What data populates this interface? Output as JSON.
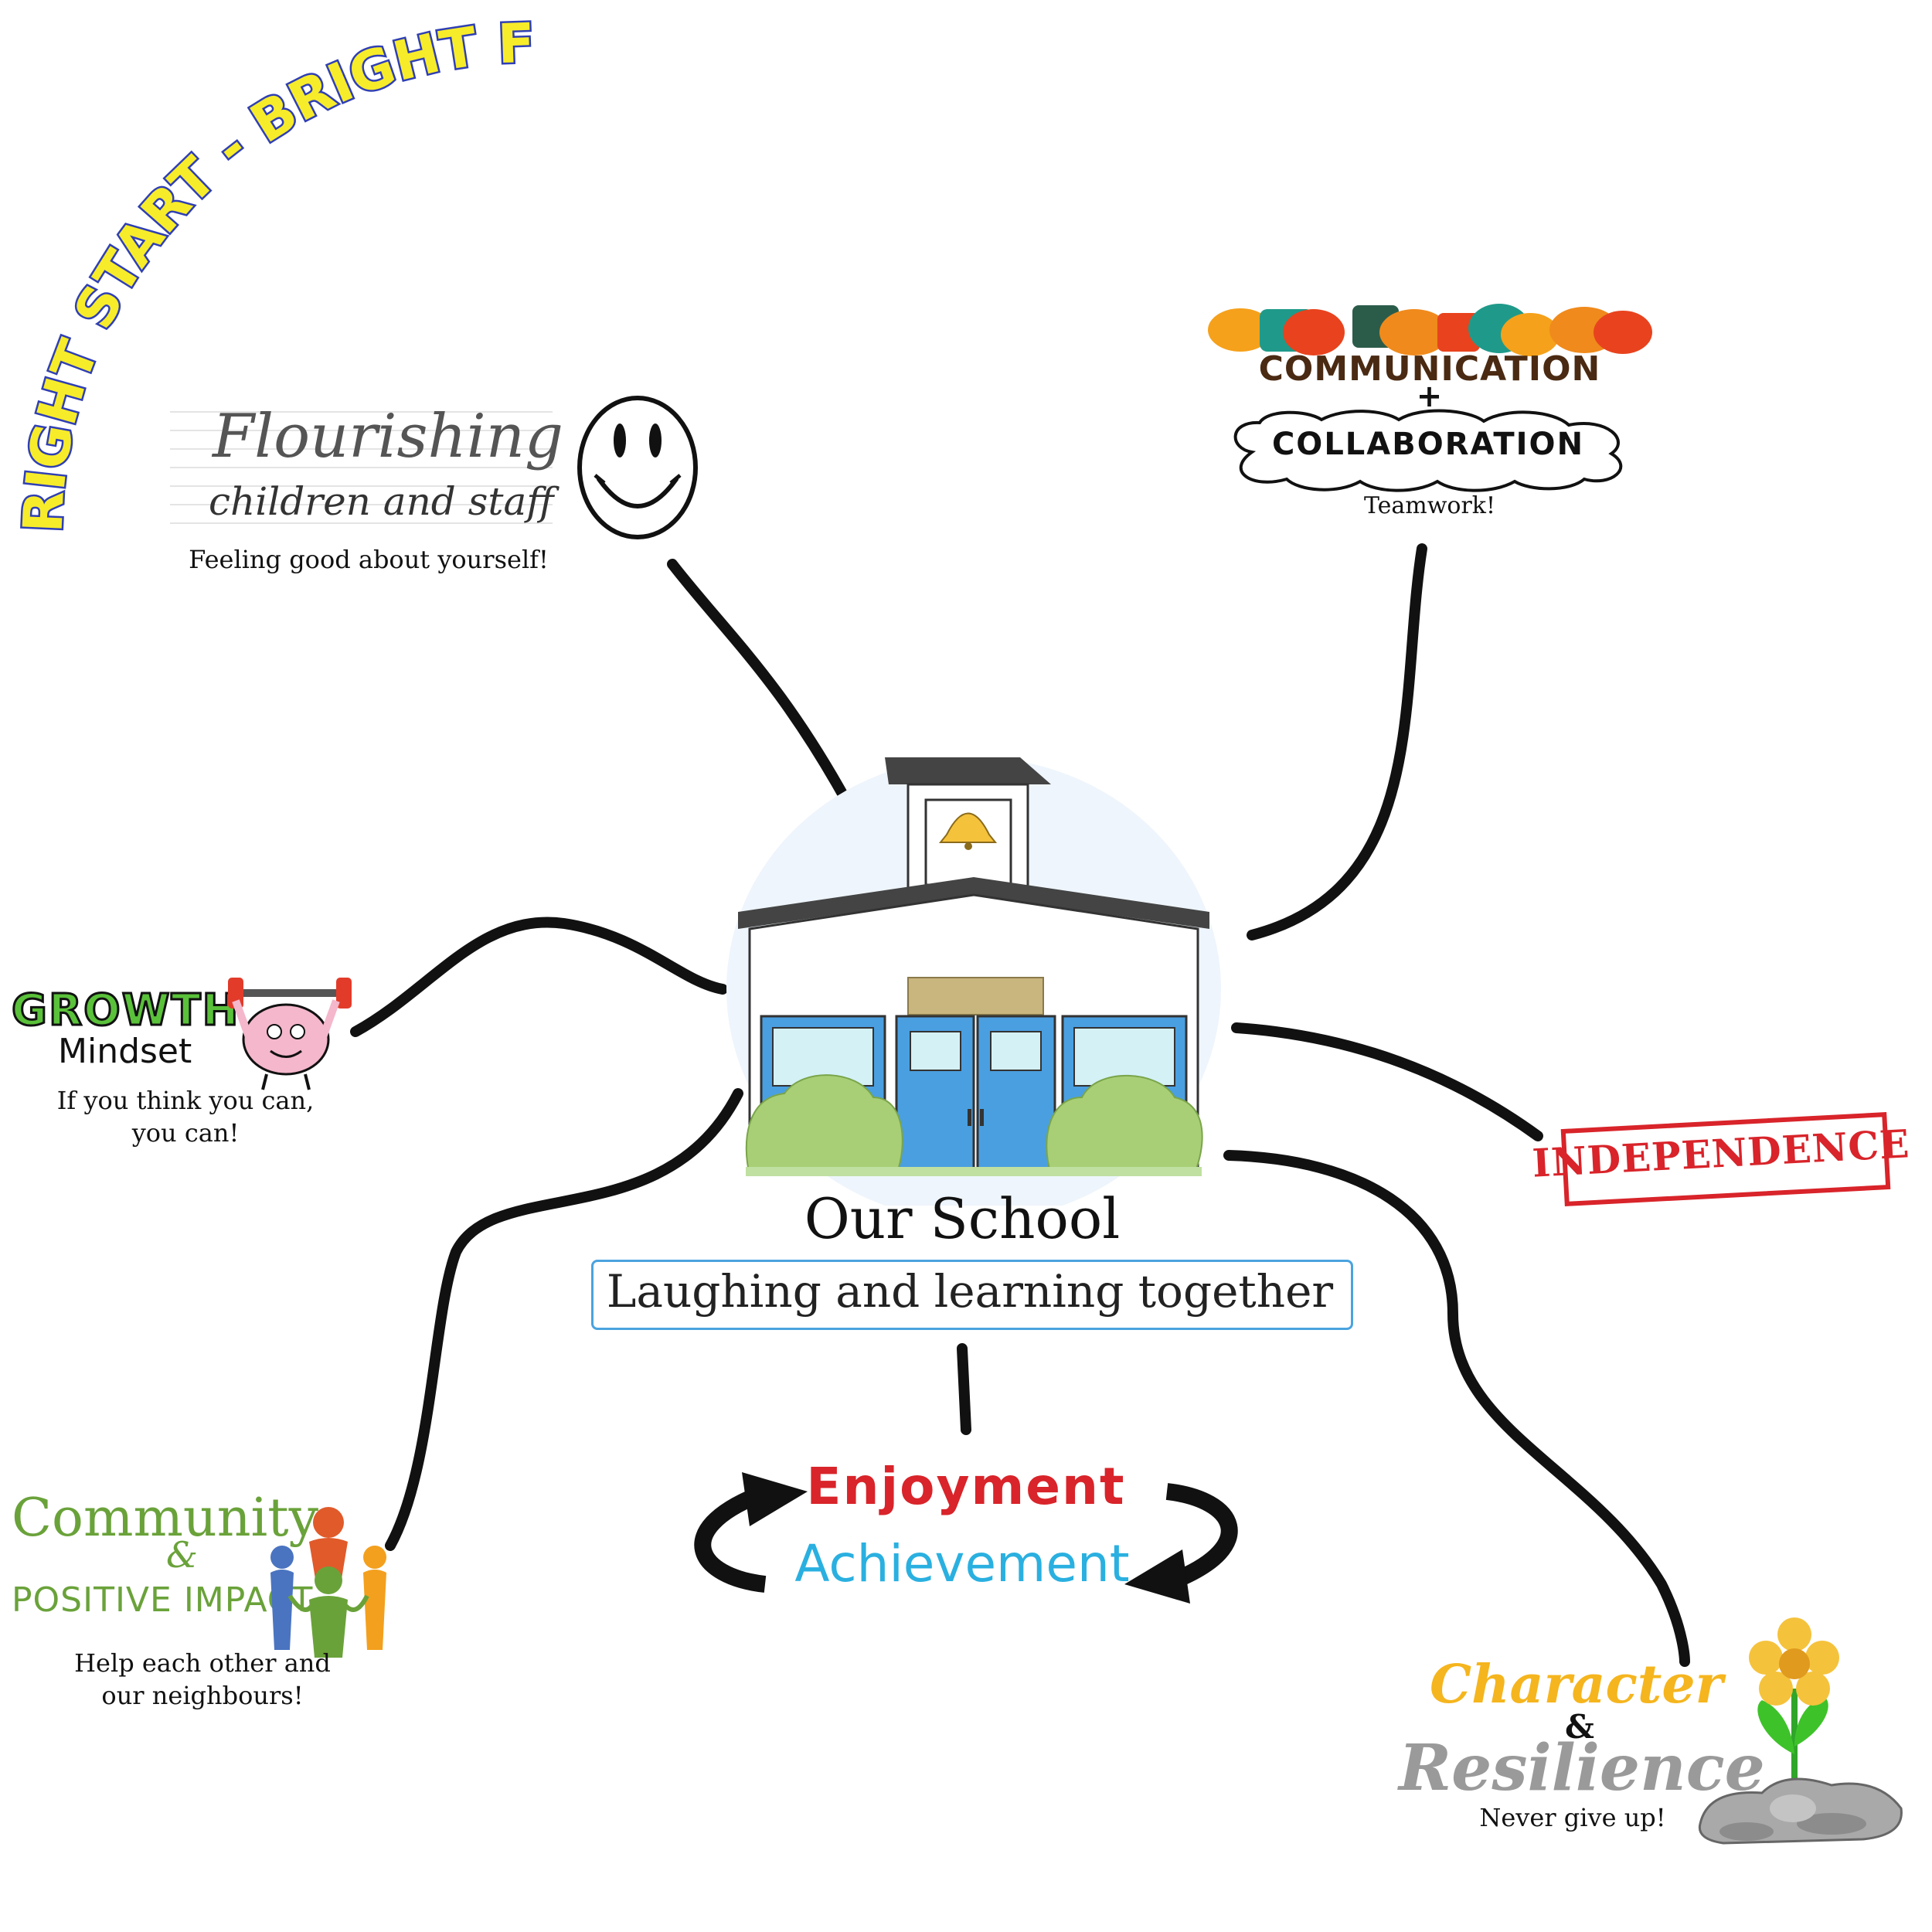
{
  "banner": {
    "title": "RIGHT START - BRIGHT FUTURE"
  },
  "center": {
    "title": "Our School",
    "motto": "Laughing and learning together",
    "values": {
      "enjoyment": "Enjoyment",
      "achievement": "Achievement"
    }
  },
  "nodes": {
    "flourishing": {
      "script": "Flourishing",
      "subtitle": "children and staff",
      "caption": "Feeling good about yourself!"
    },
    "communication": {
      "title": "COMMUNICATION",
      "plus": "+",
      "collab": "COLLABORATION",
      "caption": "Teamwork!"
    },
    "growth": {
      "title": "GROWTH",
      "subtitle": "Mindset",
      "caption_line1": "If you think you can,",
      "caption_line2": "you can!"
    },
    "independence": {
      "title": "INDEPENDENCE"
    },
    "community": {
      "title": "Community",
      "amp": "&",
      "subtitle": "POSITIVE IMPACT",
      "caption_line1": "Help each other and",
      "caption_line2": "our neighbours!"
    },
    "character": {
      "title": "Character",
      "amp": "&",
      "subtitle": "Resilience",
      "caption": "Never give up!"
    }
  },
  "colors": {
    "banner_fill": "#f7ec2a",
    "banner_stroke": "#2f3fb4",
    "line": "#111111",
    "school_blue": "#4a9fe0",
    "bush_green": "#a8cf76",
    "enjoy_red": "#d8242a",
    "achieve_blue": "#2ab0e0"
  },
  "icons": [
    "smiley-icon",
    "speech-bubbles-icon",
    "cloud-icon",
    "barbell-brain-icon",
    "stamp-icon",
    "people-circle-icon",
    "flower-icon",
    "rocks-icon",
    "bell-icon",
    "cycle-arrow-icon"
  ]
}
